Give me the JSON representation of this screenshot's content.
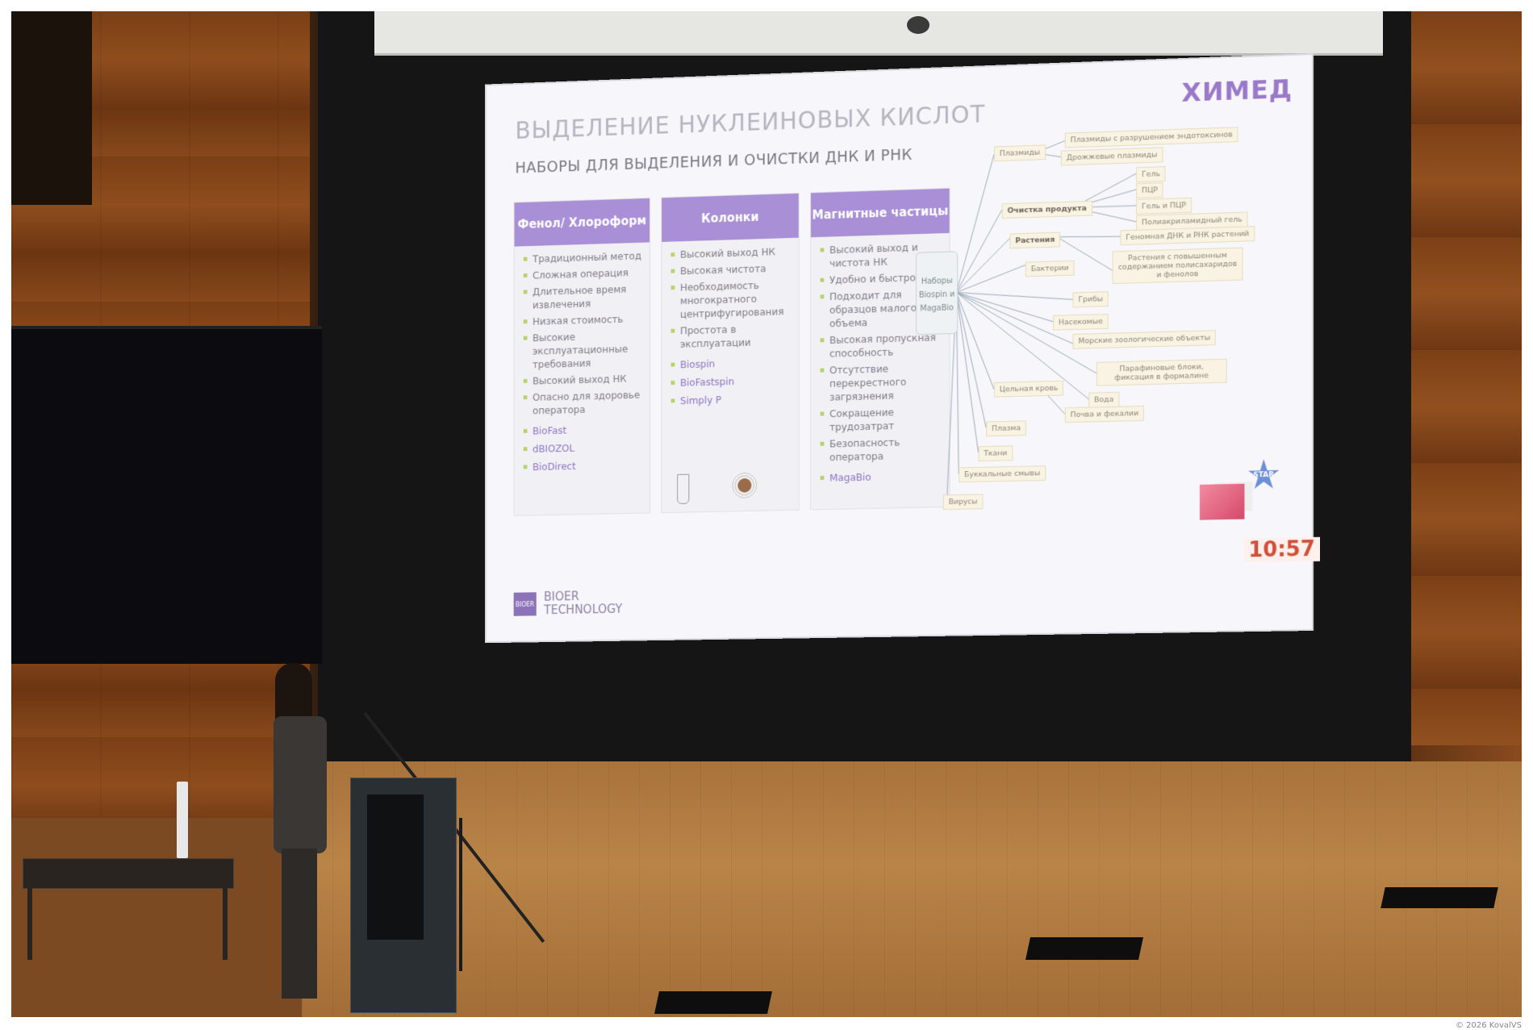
{
  "slide": {
    "title": "ВЫДЕЛЕНИЕ НУКЛЕИНОВЫХ КИСЛОТ",
    "subtitle": "НАБОРЫ ДЛЯ ВЫДЕЛЕНИЯ И ОЧИСТКИ ДНК И РНК",
    "logo": "ХИМЕД",
    "columns": [
      {
        "header": "Фенол/ Хлороформ",
        "points": [
          "Традиционный метод",
          "Сложная операция",
          "Длительное время извлечения",
          "Низкая стоимость",
          "Высокие эксплуатационные требования",
          "Высокий выход НК",
          "Опасно для здоровье оператора"
        ],
        "brands": [
          "BioFast",
          "dBIOZOL",
          "BioDirect"
        ]
      },
      {
        "header": "Колонки",
        "points": [
          "Высокий выход НК",
          "Высокая чистота",
          "Необходимость многократного центрифугирования",
          "Простота в эксплуатации"
        ],
        "brands": [
          "Biospin",
          "BioFastspin",
          "Simply P"
        ]
      },
      {
        "header": "Магнитные частицы",
        "points": [
          "Высокий выход и чистота НК",
          "Удобно и быстро",
          "Подходит для образцов малого объема",
          "Высокая пропускная способность",
          "Отсутствие перекрестного загрязнения",
          "Сокращение трудозатрат",
          "Безопасность оператора"
        ],
        "brands": [
          "MagaBio"
        ]
      }
    ],
    "mindmap": {
      "hub": "Наборы Biospin и MagaBio",
      "nodes": {
        "plasmids": "Плазмиды",
        "plasmids_endo": "Плазмиды с разрушением эндотоксинов",
        "yeast_plasmids": "Дрожжевые плазмиды",
        "product_cleanup": "Очистка продукта",
        "gel": "Гель",
        "pcr": "ПЦР",
        "gel_pcr": "Гель и ПЦР",
        "paag": "Полиакриламидный гель",
        "plants": "Растения",
        "plant_dna_rna": "Геномная ДНК и РНК растений",
        "plants_poly": "Растения с повышенным содержанием полисахаридов и фенолов",
        "bacteria": "Бактерии",
        "fungi": "Грибы",
        "insects": "Насекомые",
        "marine": "Морские зоологические объекты",
        "paraffin": "Парафиновые блоки, фиксация в формалине",
        "water": "Вода",
        "blood": "Цельная кровь",
        "soil": "Почва и фекалии",
        "plasma": "Плазма",
        "tissues": "Ткани",
        "buccal": "Буккальные смывы",
        "viruses": "Вирусы"
      }
    },
    "badge": "STAR",
    "timer": "10:57",
    "company": [
      "BIOER",
      "TECHNOLOGY"
    ],
    "company_logo_text": "BIOER"
  },
  "credit": "© 2026 KovalVS"
}
